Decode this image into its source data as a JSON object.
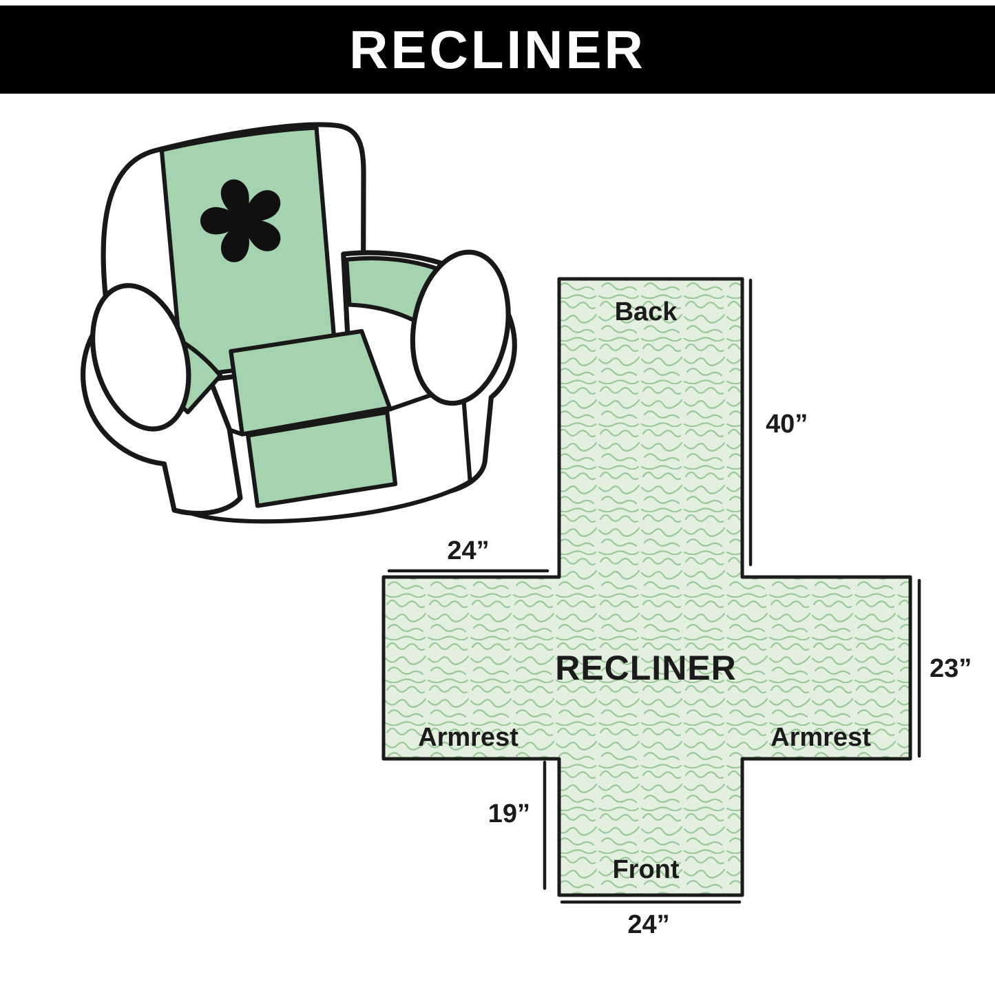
{
  "header": {
    "title": "RECLINER"
  },
  "chair": {
    "logo_icon": "pinwheel"
  },
  "diagram": {
    "title": "RECLINER",
    "back_label": "Back",
    "front_label": "Front",
    "armrest_left": "Armrest",
    "armrest_right": "Armrest",
    "dims": {
      "back_height": "40”",
      "top_width": "24”",
      "side_height": "23”",
      "front_height": "19”",
      "front_width": "24”"
    },
    "colors": {
      "outline": "#1b1b1b",
      "cover_fill": "#e3f0df",
      "stitch_pattern": "#9cc79a",
      "chair_cover": "#a6d3af",
      "banner_bg": "#000000",
      "banner_text": "#ffffff"
    }
  }
}
